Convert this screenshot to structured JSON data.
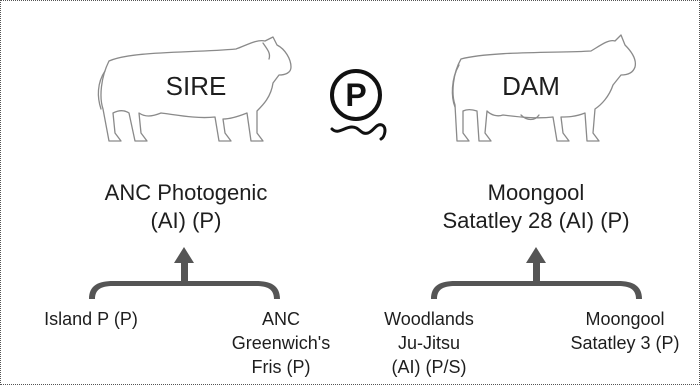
{
  "sire": {
    "box_label": "SIRE",
    "name": "ANC Photogenic\n(AI) (P)",
    "parents": {
      "left": "Island P (P)",
      "right": "ANC\nGreenwich's\nFris (P)"
    }
  },
  "dam": {
    "box_label": "DAM",
    "name": "Moongool\nSatatley 28 (AI) (P)",
    "parents": {
      "left": "Woodlands\nJu-Jitsu\n(AI) (P/S)",
      "right": "Moongool\nSatatley 3 (P)"
    }
  },
  "badge": {
    "letter": "P",
    "icon": "polled-symbol-icon"
  },
  "colors": {
    "bracket": "#555555",
    "text": "#1e1e1e",
    "outline": "#8a8a8a"
  }
}
